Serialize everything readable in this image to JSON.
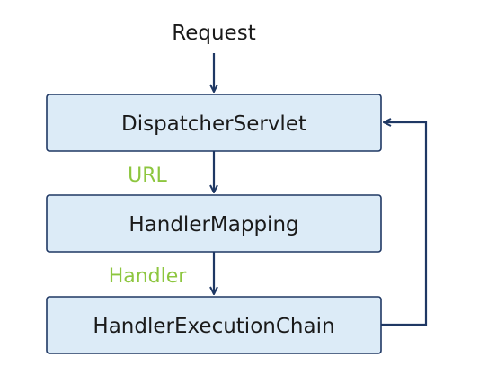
{
  "diagram": {
    "request_label": "Request",
    "boxes": {
      "dispatcher": "DispatcherServlet",
      "mapping": "HandlerMapping",
      "chain": "HandlerExecutionChain"
    },
    "edge_labels": {
      "url": "URL",
      "handler": "Handler"
    },
    "colors": {
      "box_fill": "#dcebf7",
      "box_stroke": "#1f3864",
      "arrow": "#1f3864",
      "edge_label": "#8dc63f"
    }
  }
}
